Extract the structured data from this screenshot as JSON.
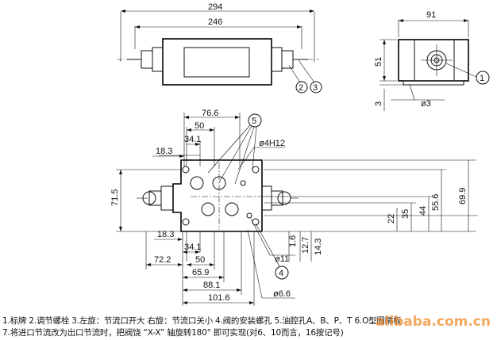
{
  "top_view": {
    "dim_overall": "294",
    "dim_body": "246",
    "balloon_2": "2",
    "balloon_3": "3"
  },
  "side_view": {
    "dim_width": "91",
    "dim_height": "51",
    "dim_base": "3",
    "dim_pin": "ø3",
    "balloon_1": "1"
  },
  "front_view": {
    "dims_top": [
      "76.6",
      "50",
      "34.1",
      "18.3"
    ],
    "dim_hole": "ø4H12",
    "dim_left_height": "71.5",
    "dims_right": [
      "69.9",
      "55.6",
      "44",
      "35",
      "22"
    ],
    "dims_bottom_vertical": [
      "1.6",
      "12.7",
      "14.3"
    ],
    "dims_bottom": [
      "18.3",
      "34.1",
      "72.2",
      "50",
      "65.9",
      "88.1",
      "101.6"
    ],
    "dim_bolt_hole": "ø11",
    "dim_small_hole": "ø6.6",
    "balloon_4": "4",
    "balloon_5": "5"
  },
  "caption": {
    "line1": "1.标牌  2.调节螺栓  3.左旋：节流口开大  右旋：节流口关小  4.阀的安装螺孔  5.油腔孔A、B、P、T  6.O型圈隔板",
    "line2": "7.将进口节流改为出口节流时，把阀饶 “X-X” 轴旋转180° 即可实现(对6、10而言，16按记号)"
  },
  "watermark": "alibaba.com.cn"
}
